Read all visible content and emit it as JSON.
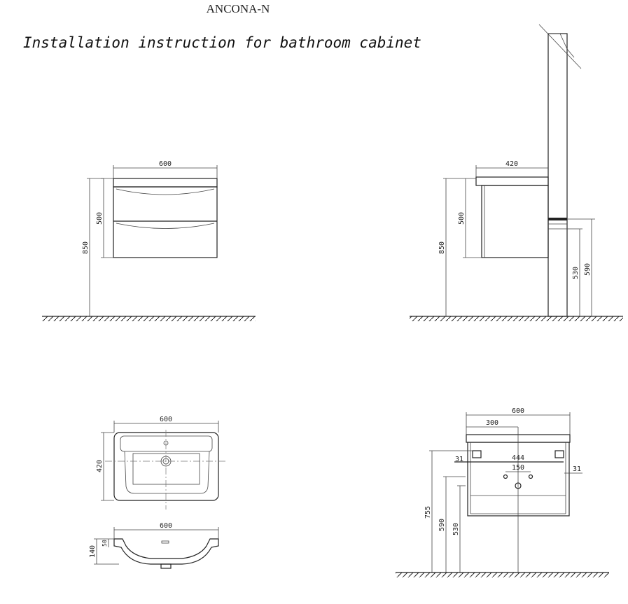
{
  "header": {
    "model": "ANCONA-N",
    "title": "Installation instruction for bathroom cabinet"
  },
  "front_view": {
    "width": "600",
    "cabinet_height": "500",
    "top_height": "850"
  },
  "side_view": {
    "depth": "420",
    "cabinet_height": "500",
    "top_height": "850",
    "pipe_upper": "590",
    "pipe_lower": "530"
  },
  "basin_top_view": {
    "width": "600",
    "depth": "420"
  },
  "basin_section": {
    "width": "600",
    "height": "140",
    "rim": "50"
  },
  "rear_view": {
    "width": "600",
    "half_width": "300",
    "bracket_spacing": "444",
    "pipe_spacing": "150",
    "edge_offset_left": "31",
    "edge_offset_right": "31",
    "bracket_height": "755",
    "pipe_upper": "590",
    "pipe_lower": "530"
  }
}
